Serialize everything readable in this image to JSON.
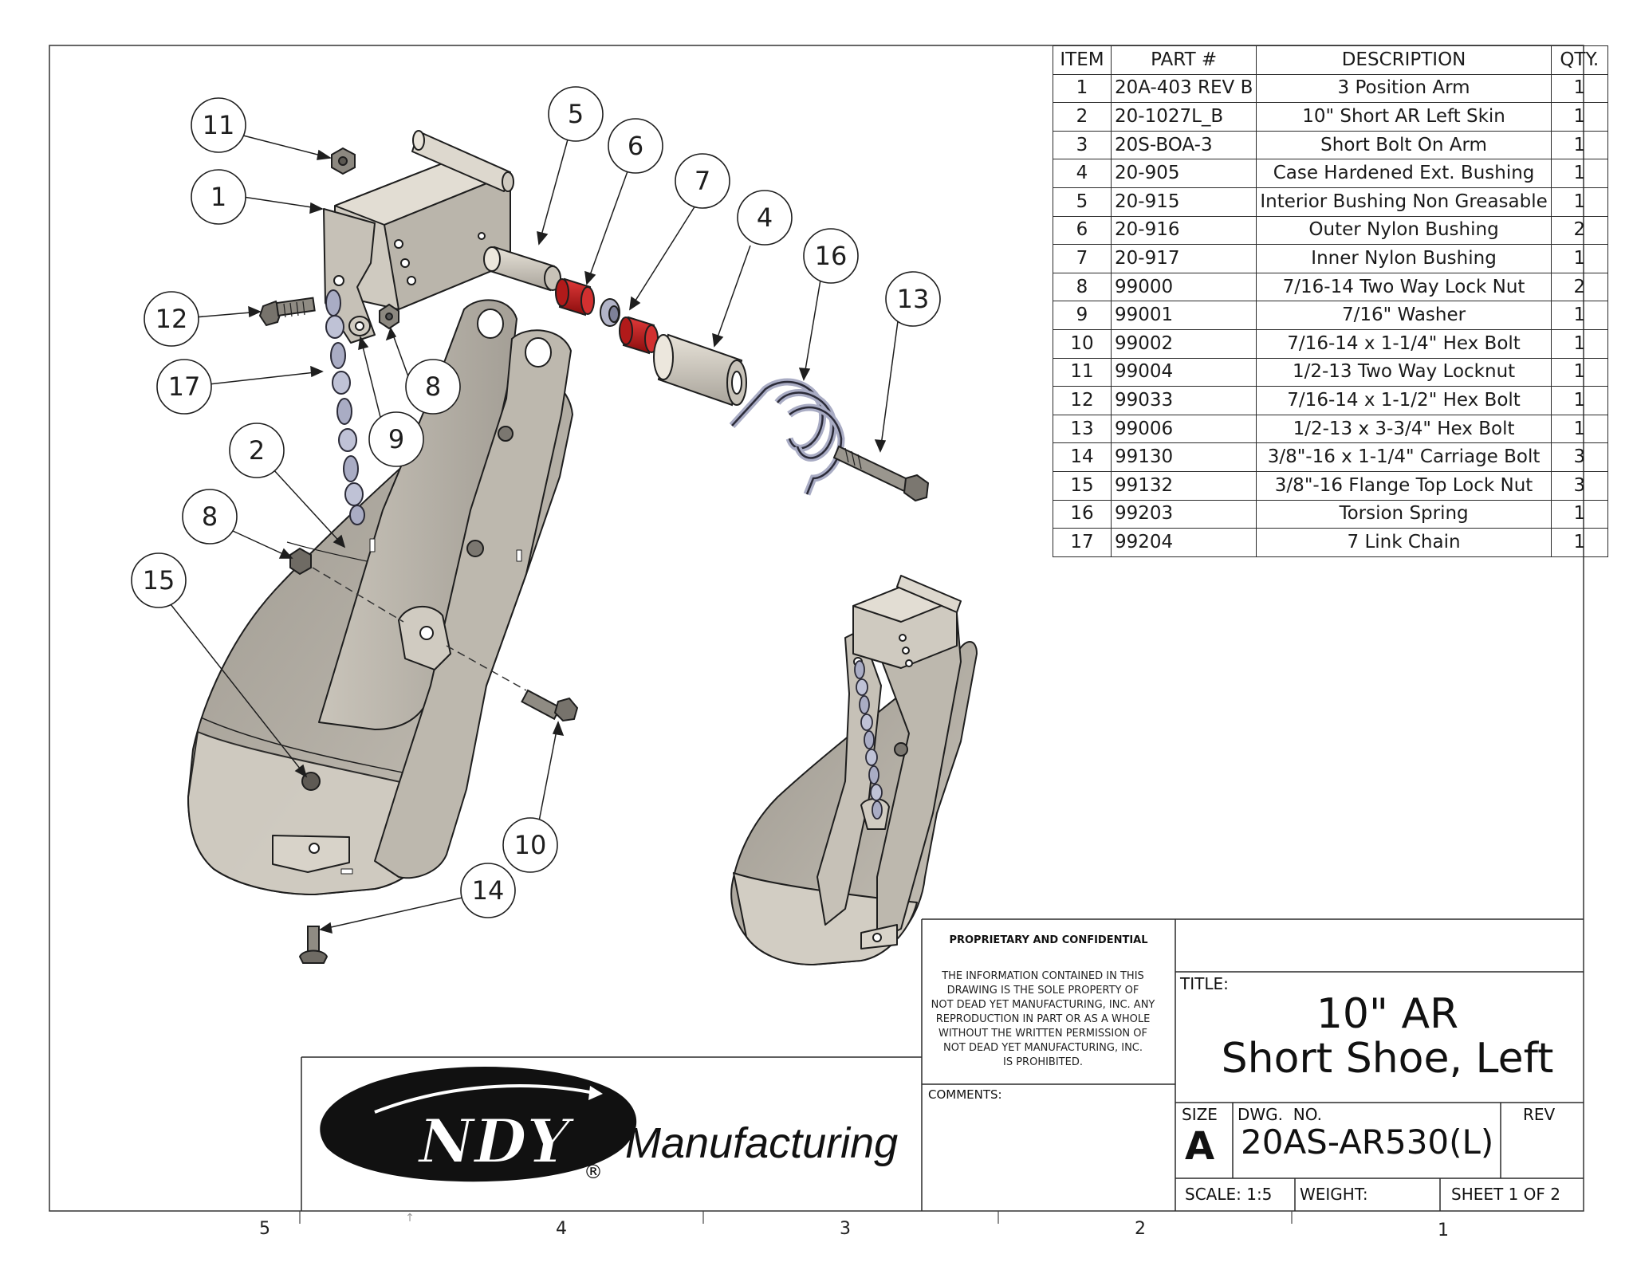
{
  "bom": {
    "headers": [
      "ITEM",
      "PART #",
      "DESCRIPTION",
      "QTY."
    ],
    "rows": [
      {
        "item": "1",
        "part": "20A-403 REV B",
        "description": "3 Position Arm",
        "qty": "1"
      },
      {
        "item": "2",
        "part": "20-1027L_B",
        "description": "10\" Short AR Left Skin",
        "qty": "1"
      },
      {
        "item": "3",
        "part": "20S-BOA-3",
        "description": "Short Bolt On Arm",
        "qty": "1"
      },
      {
        "item": "4",
        "part": "20-905",
        "description": "Case Hardened Ext. Bushing",
        "qty": "1"
      },
      {
        "item": "5",
        "part": "20-915",
        "description": "Interior Bushing Non Greasable",
        "qty": "1"
      },
      {
        "item": "6",
        "part": "20-916",
        "description": "Outer Nylon Bushing",
        "qty": "2"
      },
      {
        "item": "7",
        "part": "20-917",
        "description": "Inner Nylon Bushing",
        "qty": "1"
      },
      {
        "item": "8",
        "part": "99000",
        "description": "7/16-14 Two Way Lock Nut",
        "qty": "2"
      },
      {
        "item": "9",
        "part": "99001",
        "description": "7/16\" Washer",
        "qty": "1"
      },
      {
        "item": "10",
        "part": "99002",
        "description": "7/16-14 x 1-1/4\" Hex Bolt",
        "qty": "1"
      },
      {
        "item": "11",
        "part": "99004",
        "description": "1/2-13 Two Way Locknut",
        "qty": "1"
      },
      {
        "item": "12",
        "part": "99033",
        "description": "7/16-14 x 1-1/2\" Hex Bolt",
        "qty": "1"
      },
      {
        "item": "13",
        "part": "99006",
        "description": "1/2-13 x 3-3/4\" Hex Bolt",
        "qty": "1"
      },
      {
        "item": "14",
        "part": "99130",
        "description": "3/8\"-16 x 1-1/4\" Carriage Bolt",
        "qty": "3"
      },
      {
        "item": "15",
        "part": "99132",
        "description": "3/8\"-16 Flange Top Lock Nut",
        "qty": "3"
      },
      {
        "item": "16",
        "part": "99203",
        "description": "Torsion Spring",
        "qty": "1"
      },
      {
        "item": "17",
        "part": "99204",
        "description": "7 Link Chain",
        "qty": "1"
      }
    ]
  },
  "balloons": [
    "11",
    "1",
    "5",
    "6",
    "7",
    "4",
    "16",
    "13",
    "12",
    "17",
    "8",
    "9",
    "2",
    "8",
    "15",
    "10",
    "14"
  ],
  "title_block": {
    "proprietary_heading": "PROPRIETARY AND CONFIDENTIAL",
    "notice_lines": [
      "THE INFORMATION CONTAINED IN THIS",
      "DRAWING IS THE SOLE PROPERTY OF",
      "NOT DEAD YET MANUFACTURING, INC. ANY",
      "REPRODUCTION IN PART OR AS A WHOLE",
      "WITHOUT THE WRITTEN PERMISSION OF",
      "NOT DEAD YET MANUFACTURING, INC.",
      "IS PROHIBITED."
    ],
    "comments_label": "COMMENTS:",
    "title_label": "TITLE:",
    "title_line1": "10\" AR",
    "title_line2": "Short Shoe, Left",
    "size_label": "SIZE",
    "size_value": "A",
    "dwg_no_label": "DWG.  NO.",
    "dwg_no_value": "20AS-AR530(L)",
    "rev_label": "REV",
    "scale": "SCALE: 1:5",
    "weight": "WEIGHT:",
    "sheet": "SHEET 1 OF 2"
  },
  "logo": {
    "letters": "NDY",
    "registered": "®",
    "wordmark": "Manufacturing"
  },
  "zones": [
    "5",
    "4",
    "3",
    "2",
    "1"
  ],
  "colors": {
    "line": "#1e1e1e",
    "part_fill": "#b8b3a9",
    "chain": "#a9acc4",
    "nylon_red": "#c21a1a",
    "bushing": "#d6d0c6"
  }
}
